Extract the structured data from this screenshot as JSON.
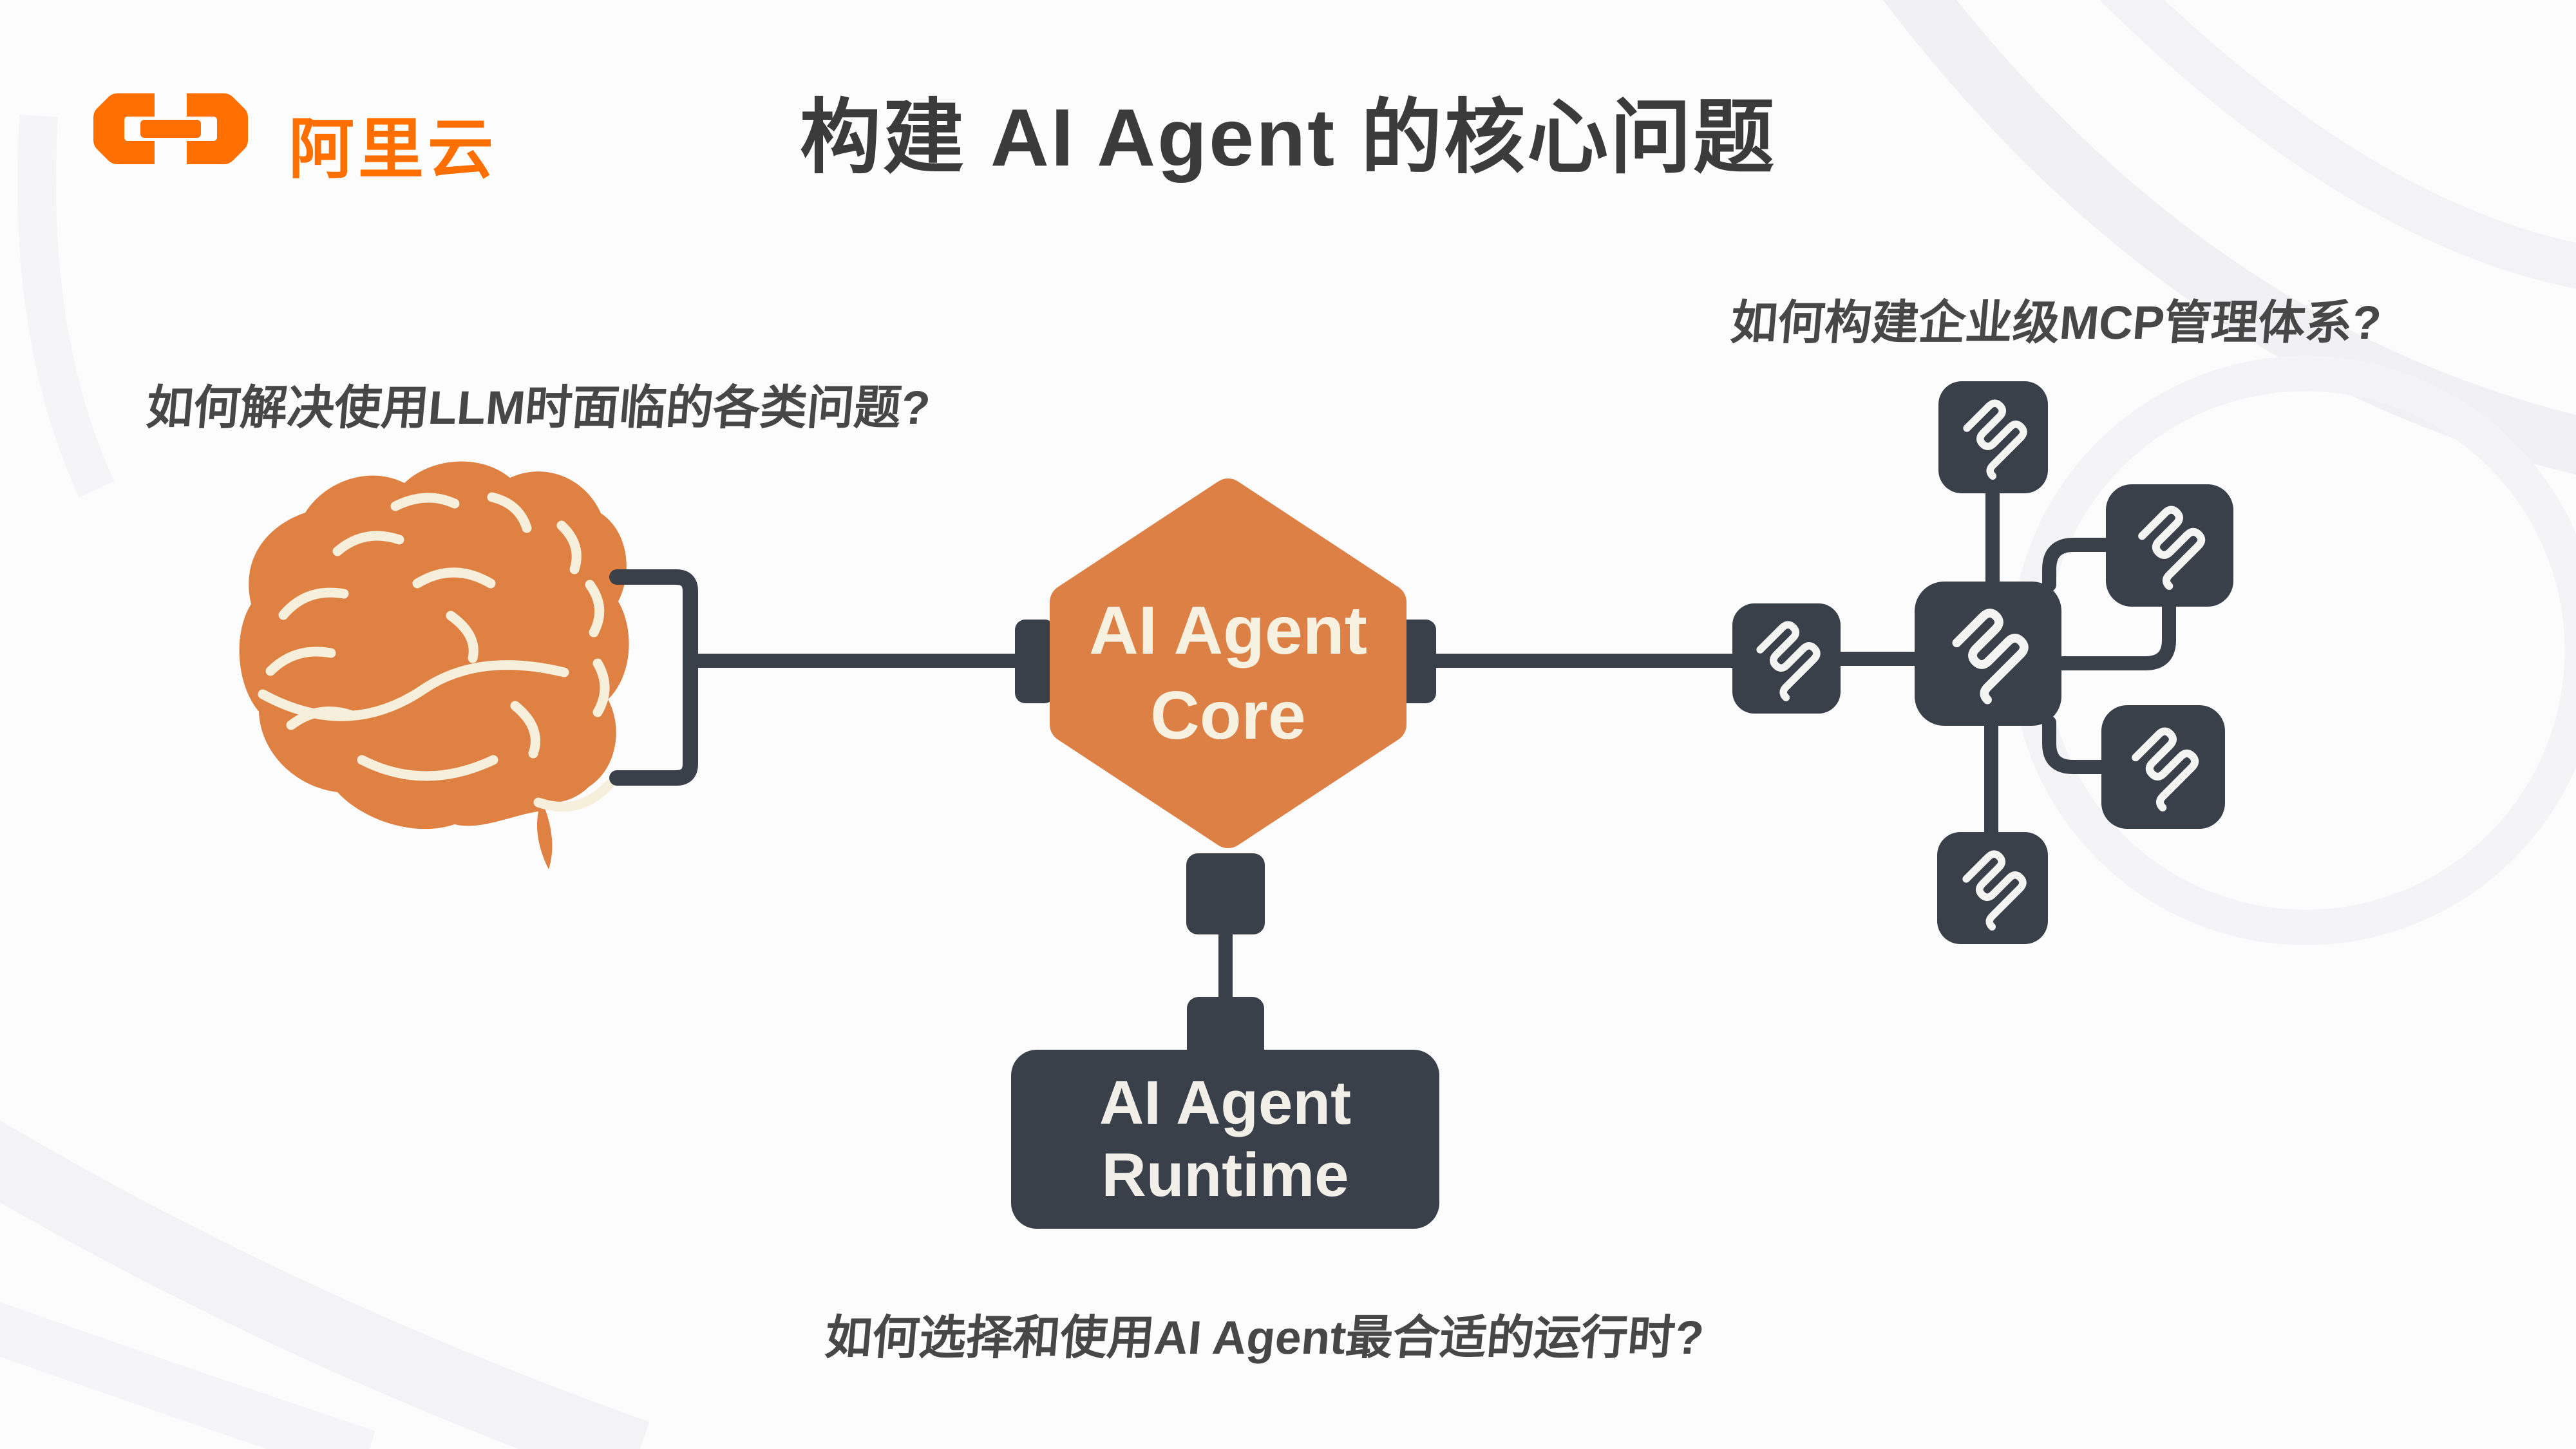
{
  "slide": {
    "brand": {
      "name": "阿里云",
      "logo_icon": "alibaba-cloud-brackets-icon",
      "color": "#FF6F00"
    },
    "title": "构建 AI Agent 的核心问题",
    "questions": {
      "llm": "如何解决使用LLM时面临的各类问题?",
      "mcp": "如何构建企业级MCP管理体系?",
      "runtime": "如何选择和使用AI Agent最合适的运行时?"
    },
    "nodes": {
      "core": {
        "line1": "AI Agent",
        "line2": "Core",
        "shape": "hexagon",
        "color": "#DD8045"
      },
      "runtime": {
        "line1": "AI Agent",
        "line2": "Runtime",
        "shape": "rounded-rect",
        "color": "#394049"
      },
      "llm_brain": {
        "icon": "brain-icon",
        "color": "#DF8142"
      },
      "mcp_cluster": {
        "icon": "mcp-server-icon",
        "hub_count": 1,
        "server_count": 5,
        "color": "#394049"
      }
    },
    "colors": {
      "background": "#FCFCFD",
      "text_dark": "#3B3B3B",
      "question_text": "#474747",
      "cream_text": "#F7F1E2",
      "connector": "#394049",
      "diagram_orange": "#DD8045",
      "brand_orange": "#FF6F00"
    }
  }
}
